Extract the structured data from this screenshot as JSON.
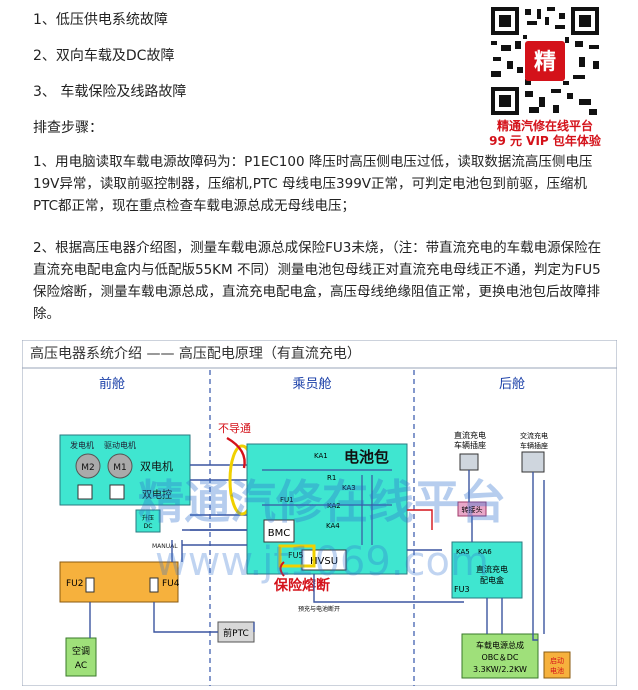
{
  "fault_list": [
    "1、低压供电系统故障",
    "2、双向车载及DC故障",
    "3、  车载保险及线路故障"
  ],
  "steps_heading": "排查步骤：",
  "paragraph_1": "1、用电脑读取车载电源故障码为：P1EC100 降压时高压侧电压过低，读取数据流高压侧电压19V异常，读取前驱控制器，压缩机,PTC 母线电压399V正常，可判定电池包到前驱，压缩机PTC都正常，现在重点检查车载电源总成无母线电压；",
  "paragraph_2": "2、根据高压电器介绍图，测量车载电源总成保险FU3未烧，（注：带直流充电的车载电源保险在直流充电配电盒内与低配版55KM 不同）测量电池包母线正对直流充电母线正不通，判定为FU5 保险熔断，测量车载电源总成，直流充电配电盒，高压母线绝缘阻值正常，更换电池包后故障排除。",
  "qr": {
    "badge": "精",
    "caption_1": "精通汽修在线平台",
    "caption_2": "99 元 VIP 包年体验"
  },
  "diagram": {
    "title": "高压电器系统介绍 —— 高压配电原理（有直流充电）",
    "sections": [
      "前舱",
      "乘员舱",
      "后舱"
    ],
    "motor_labels": [
      "发电机",
      "驱动电机"
    ],
    "motor_m2": "M2",
    "motor_m1": "M1",
    "dual_motor": "双电机",
    "dual_control": "双电控",
    "boost_dc": [
      "升压",
      "DC"
    ],
    "manual_label": "MANUAL",
    "fu2": "FU2",
    "fu4": "FU4",
    "ac_label": [
      "空调",
      "AC"
    ],
    "front_ptc": "前PTC",
    "no_conduct": "不导通",
    "battery_pack": "电池包",
    "ka1": "KA1",
    "ka2": "KA2",
    "ka3": "KA3",
    "ka4": "KA4",
    "r1": "R1",
    "fu1": "FU1",
    "bmc": "BMC",
    "fu5": "FU5",
    "hvsu": "HVSU",
    "fuse_blown": "保险熔断",
    "pre_charge": "预充与电池断开",
    "dc_charge_socket": [
      "直流充电",
      "车辆插座"
    ],
    "ac_charge_socket": [
      "交流充电",
      "车辆插座"
    ],
    "red_box": "转接头",
    "ka5": "KA5",
    "ka6": "KA6",
    "dc_dist": [
      "直流充电",
      "配电盒"
    ],
    "fu3": "FU3",
    "obc_box": [
      "车载电源总成",
      "OBC＆DC",
      "3.3KW/2.2KW"
    ],
    "start_battery": [
      "启动",
      "电池"
    ],
    "watermark": "精通汽修在线平台",
    "watermark_url": "www.jt1069.com"
  },
  "colors": {
    "accent_red": "#d4121a",
    "section_blue": "#1a3fa8",
    "cyan_box": "#3fe6d0",
    "orange_box": "#f6b13d",
    "green_box": "#9fe07a",
    "watermark": "#2f6fcf"
  }
}
